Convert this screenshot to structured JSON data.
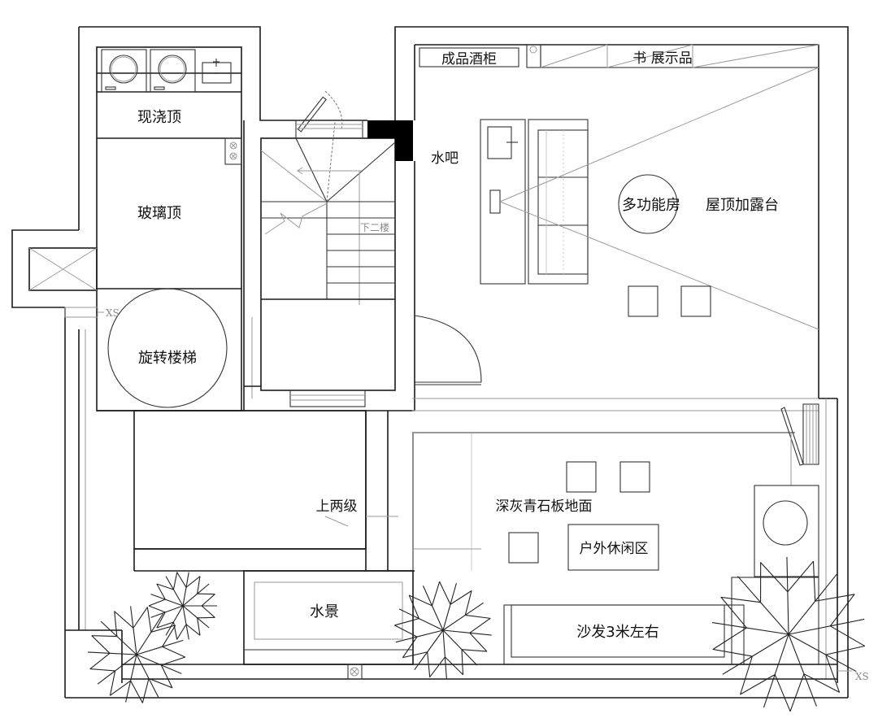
{
  "plan": {
    "type": "architectural floor plan",
    "rooms": {
      "cast_roof": "现浇顶",
      "glass_roof": "玻璃顶",
      "spiral_stair": "旋转楼梯",
      "wine_cabinet": "成品酒柜",
      "book_display": "书  展示品",
      "water_bar": "水吧",
      "multi_room": "多功能房",
      "roof_terrace": "屋顶加露台",
      "up_two_steps": "上两级",
      "stone_floor": "深灰青石板地面",
      "outdoor_lounge": "户外休闲区",
      "water_feature": "水景",
      "sofa": "沙发3米左右",
      "down_stairs": "下二楼"
    },
    "markers": {
      "xs_left": "XS",
      "xs_right": "XS"
    },
    "colors": {
      "line": "#1a1a1a",
      "thin_line": "#9a9a9a",
      "background": "#ffffff",
      "column_fill": "#000000"
    }
  }
}
